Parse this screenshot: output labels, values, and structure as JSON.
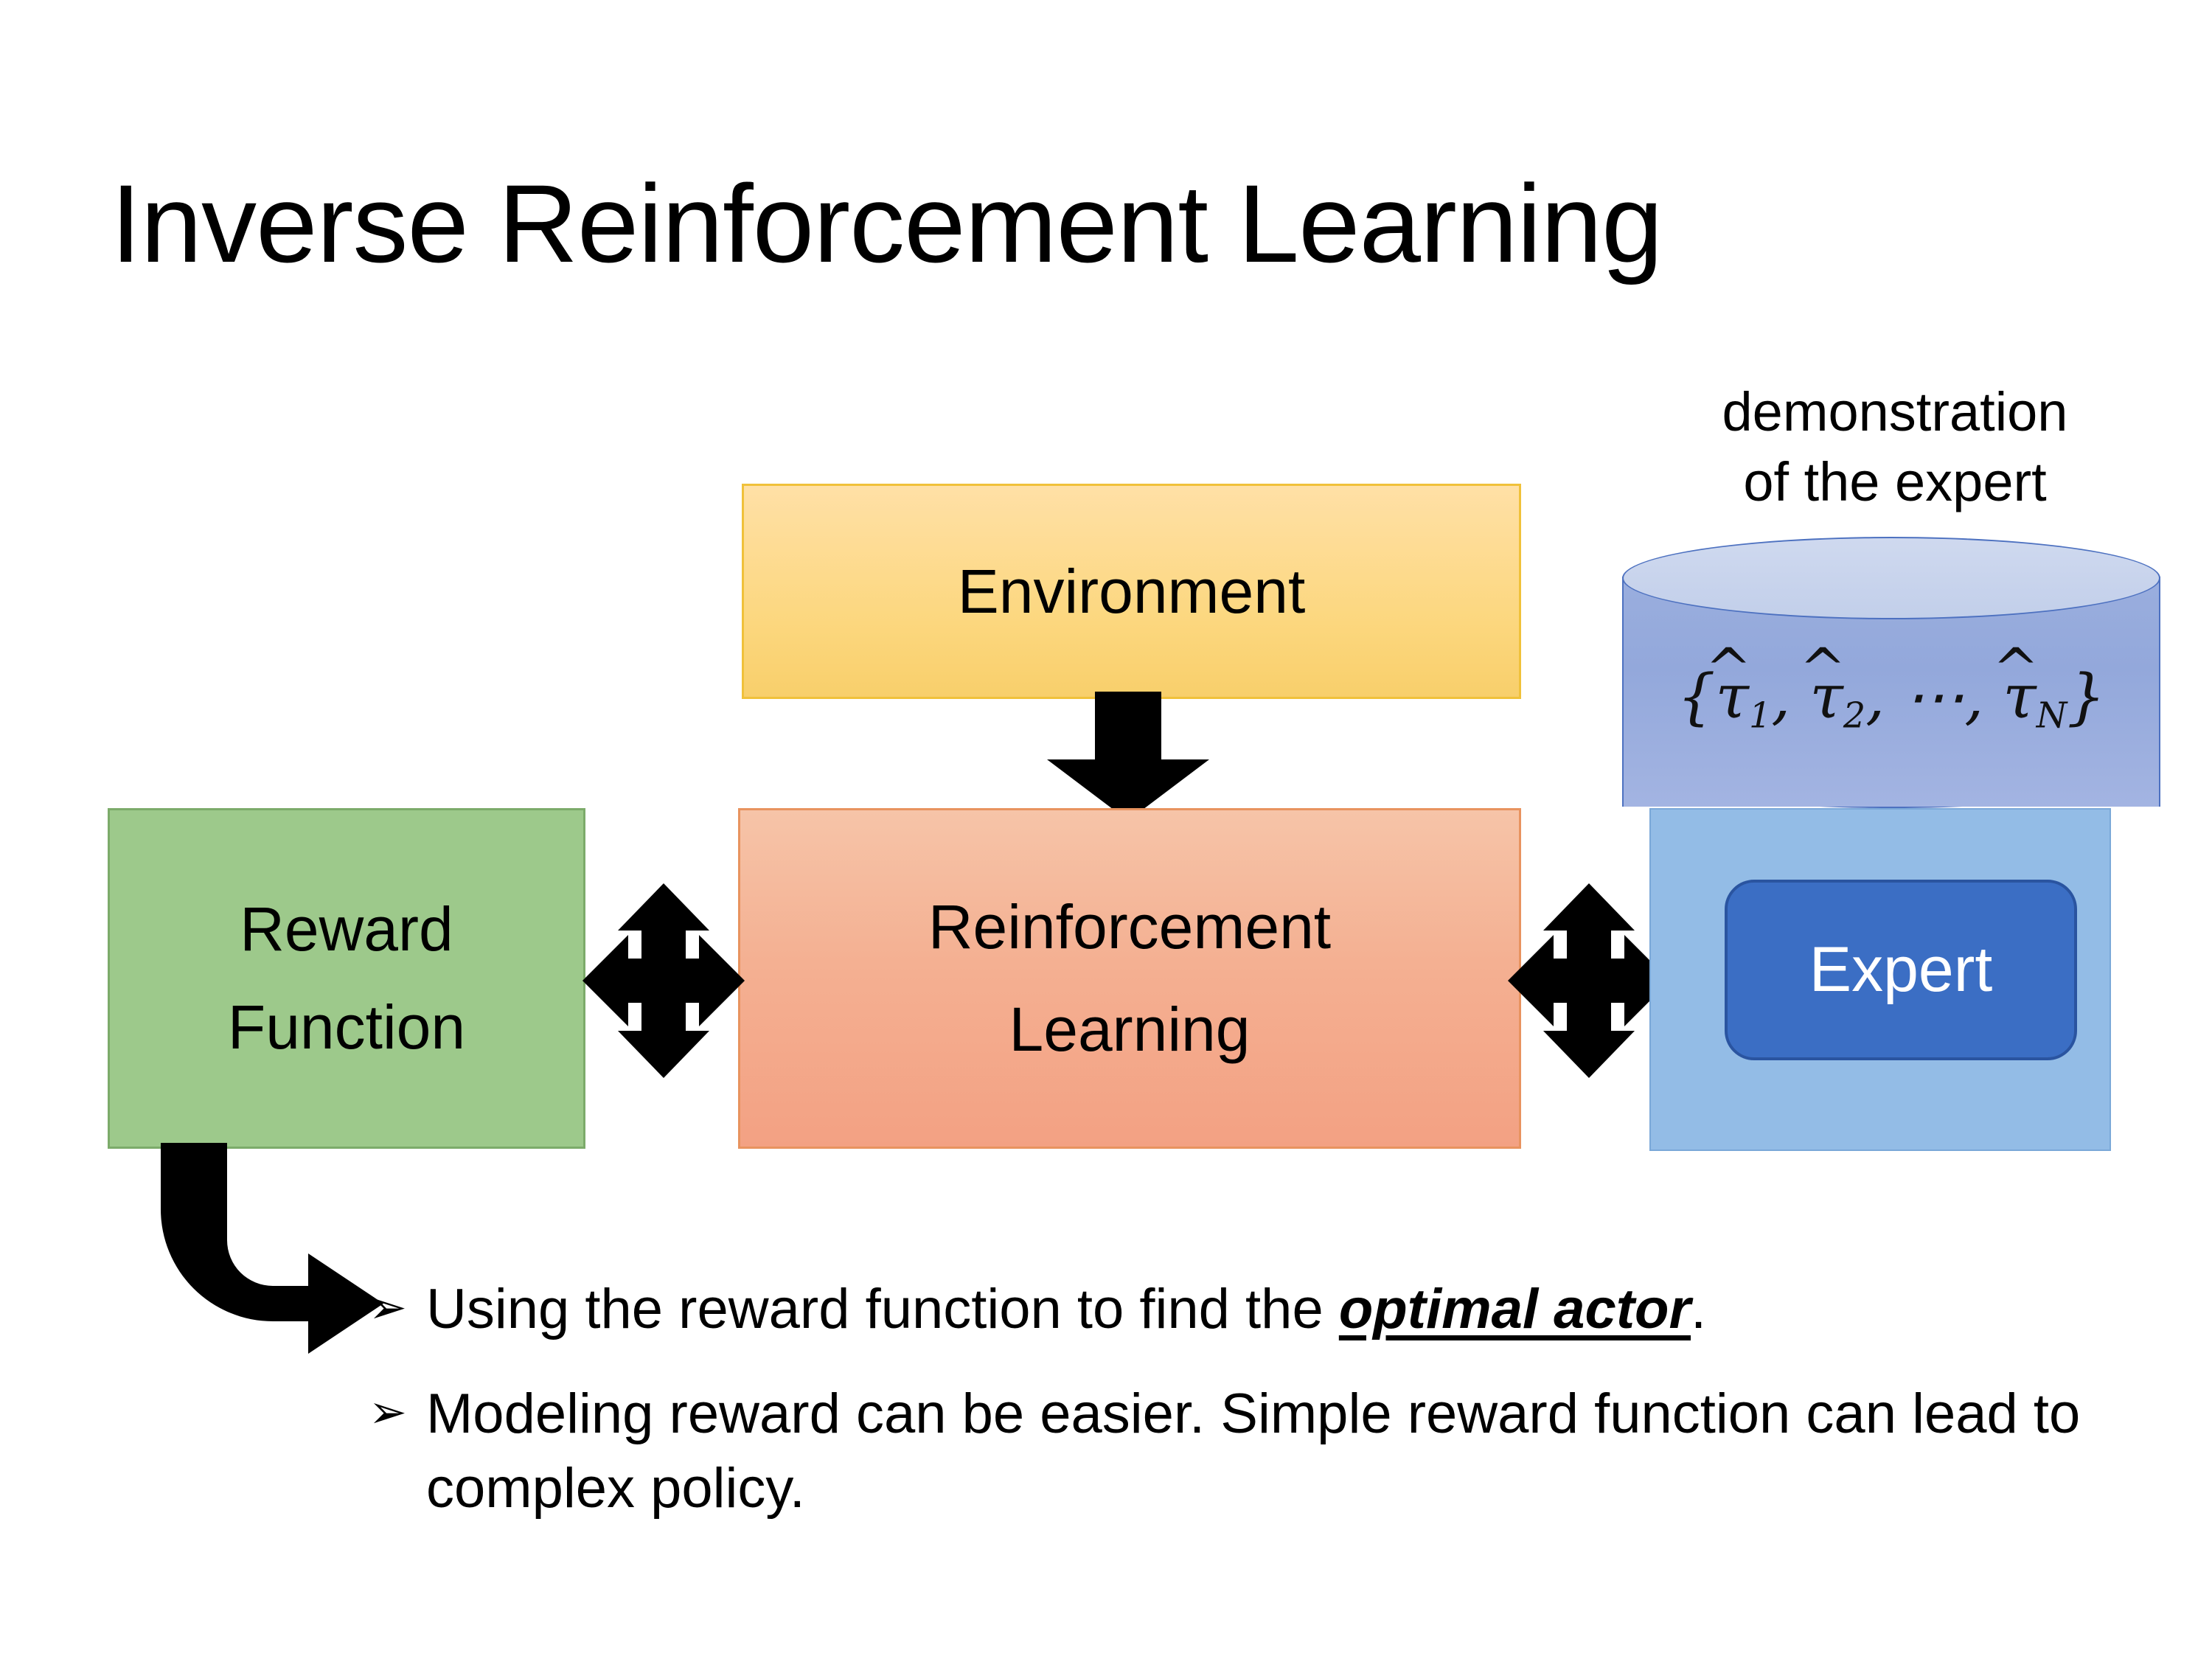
{
  "slide": {
    "title": "Inverse Reinforcement Learning",
    "background_color": "#ffffff"
  },
  "diagram": {
    "environment_box": {
      "label": "Environment",
      "fill_top": "#ffe0a6",
      "fill_bottom": "#f8cf6b",
      "border_color": "#f0c13a"
    },
    "rl_box": {
      "label_line1": "Reinforcement",
      "label_line2": "Learning",
      "fill_top": "#f6c4a8",
      "fill_bottom": "#f3a183",
      "border_color": "#e8935f"
    },
    "reward_box": {
      "label_line1": "Reward",
      "label_line2": "Function",
      "fill": "#9dc98b",
      "border_color": "#7cab6a"
    },
    "demonstration": {
      "caption_line1": "demonstration",
      "caption_line2": "of the expert",
      "formula_open": "{",
      "formula_tau": "τ",
      "formula_hat": "^",
      "formula_sub1": "1",
      "formula_sub2": "2",
      "formula_subN": "N",
      "formula_sep": ", ",
      "formula_dots": "⋯",
      "formula_close": "}",
      "formula_plain": "{τ̂1, τ̂2, ⋯, τ̂N}",
      "cylinder_body_color": "#93a8db",
      "cylinder_top_color": "#cfd9ef",
      "cylinder_outline": "#4d71c0"
    },
    "expert_panel": {
      "fill": "#93bce6",
      "border_color": "#7aa8d8"
    },
    "expert_box": {
      "label": "Expert",
      "fill": "#3b6ec4",
      "border_color": "#2a54a0",
      "text_color": "#ffffff"
    },
    "arrows": {
      "env_to_rl": "down-arrow",
      "reward_rl_link": "left-right-up-down-arrow",
      "rl_expert_link": "left-right-up-down-arrow",
      "reward_to_bullet": "bent-arrow",
      "color": "#000000"
    }
  },
  "bullets": [
    {
      "marker": "➢",
      "prefix": "Using the reward function to find the ",
      "emphasis": "optimal actor",
      "suffix": "."
    },
    {
      "marker": "➢",
      "prefix": "Modeling reward can be easier. Simple reward function can lead to complex policy.",
      "emphasis": "",
      "suffix": ""
    }
  ]
}
